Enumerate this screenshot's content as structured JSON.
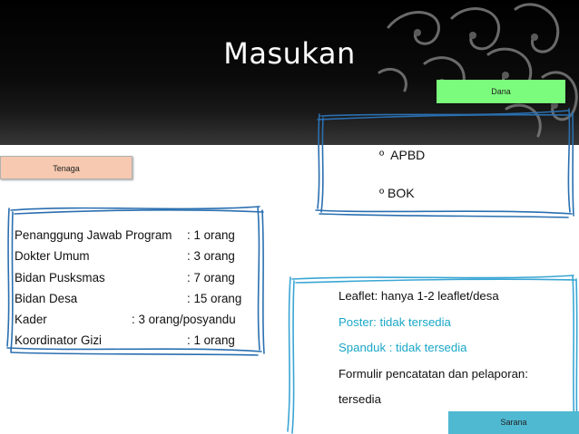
{
  "slide": {
    "title": "Masukan",
    "tags": {
      "dana": "Dana",
      "tenaga": "Tenaga",
      "sarana": "Sarana"
    },
    "dana": {
      "items": [
        {
          "bullet": "º",
          "text": "APBD"
        },
        {
          "bullet": "º",
          "text": "BOK"
        }
      ]
    },
    "tenaga": {
      "rows": [
        {
          "label": "Penanggung Jawab Program",
          "value": ": 1 orang"
        },
        {
          "label": "Dokter Umum",
          "value": ": 3 orang"
        },
        {
          "label": "Bidan Pusksmas",
          "value": ": 7 orang"
        },
        {
          "label": "Bidan Desa",
          "value": ": 15 orang"
        },
        {
          "label": "Kader",
          "value": ": 3 orang/posyandu"
        },
        {
          "label": "Koordinator Gizi",
          "value": ": 1 orang"
        }
      ]
    },
    "sarana": {
      "lines": [
        "Leaflet: hanya 1-2 leaflet/desa",
        "Poster: tidak tersedia",
        "Spanduk : tidak tersedia",
        "Formulir pencatatan dan pelaporan:",
        "tersedia"
      ]
    },
    "colors": {
      "header_bg": "#000000",
      "dana_tag": "#7cfc7c",
      "tenaga_tag": "#f6c9b0",
      "sarana_tag": "#4fb9d2",
      "highlight_text": "#1aa7c8",
      "frame_stroke": "#2a6fb0"
    }
  }
}
